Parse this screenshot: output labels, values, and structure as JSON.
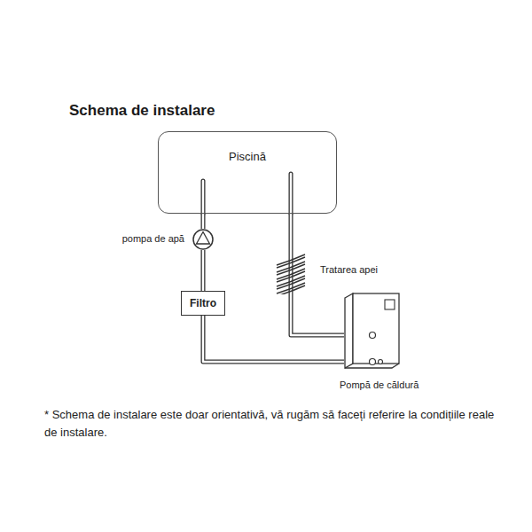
{
  "diagram": {
    "title": "Schema de instalare",
    "nodes": [
      {
        "text": [
          "Piscină"
        ]
      },
      {
        "text": [
          "pompa de apă"
        ]
      },
      {
        "text": [
          "Filtro"
        ]
      },
      {
        "text": [
          "Tratarea apei"
        ]
      },
      {
        "text": [
          "Pompă de căldură"
        ]
      }
    ],
    "edges": [
      {
        "from": 0,
        "to": 1,
        "arrow": "none"
      },
      {
        "from": 1,
        "to": 2,
        "arrow": "none"
      },
      {
        "from": 2,
        "to": 4,
        "arrow": "none"
      },
      {
        "from": 4,
        "to": 3,
        "arrow": "none"
      },
      {
        "from": 3,
        "to": 0,
        "arrow": "none"
      }
    ],
    "labels": [
      "* Schema de instalare este doar orientativă, vă rugăm să faceți referire la condițiile reale de instalare."
    ]
  }
}
